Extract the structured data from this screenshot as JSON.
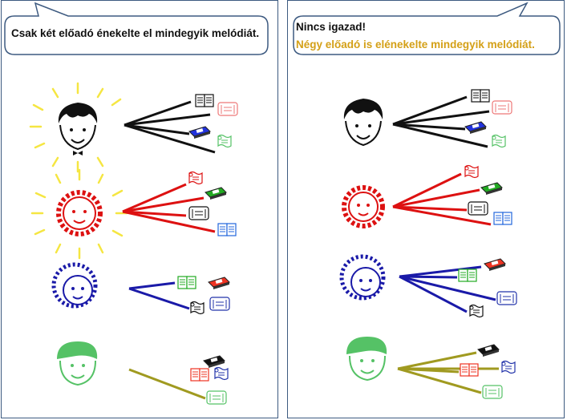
{
  "left_panel": {
    "speech": "Csak két előadó énekelte el mindegyik melódiát."
  },
  "right_panel": {
    "speech_line1": "Nincs igazad!",
    "speech_line2": "Négy előadó is elénekelte mindegyik melódiát."
  },
  "colors": {
    "frame": "#3d5a80",
    "performer_black": "#111111",
    "performer_red": "#dd1111",
    "performer_blue": "#1a1aa8",
    "performer_green": "#55c266",
    "link_olive": "#a09a20",
    "glow": "#f5e642",
    "highlight_text": "#d4a017"
  }
}
